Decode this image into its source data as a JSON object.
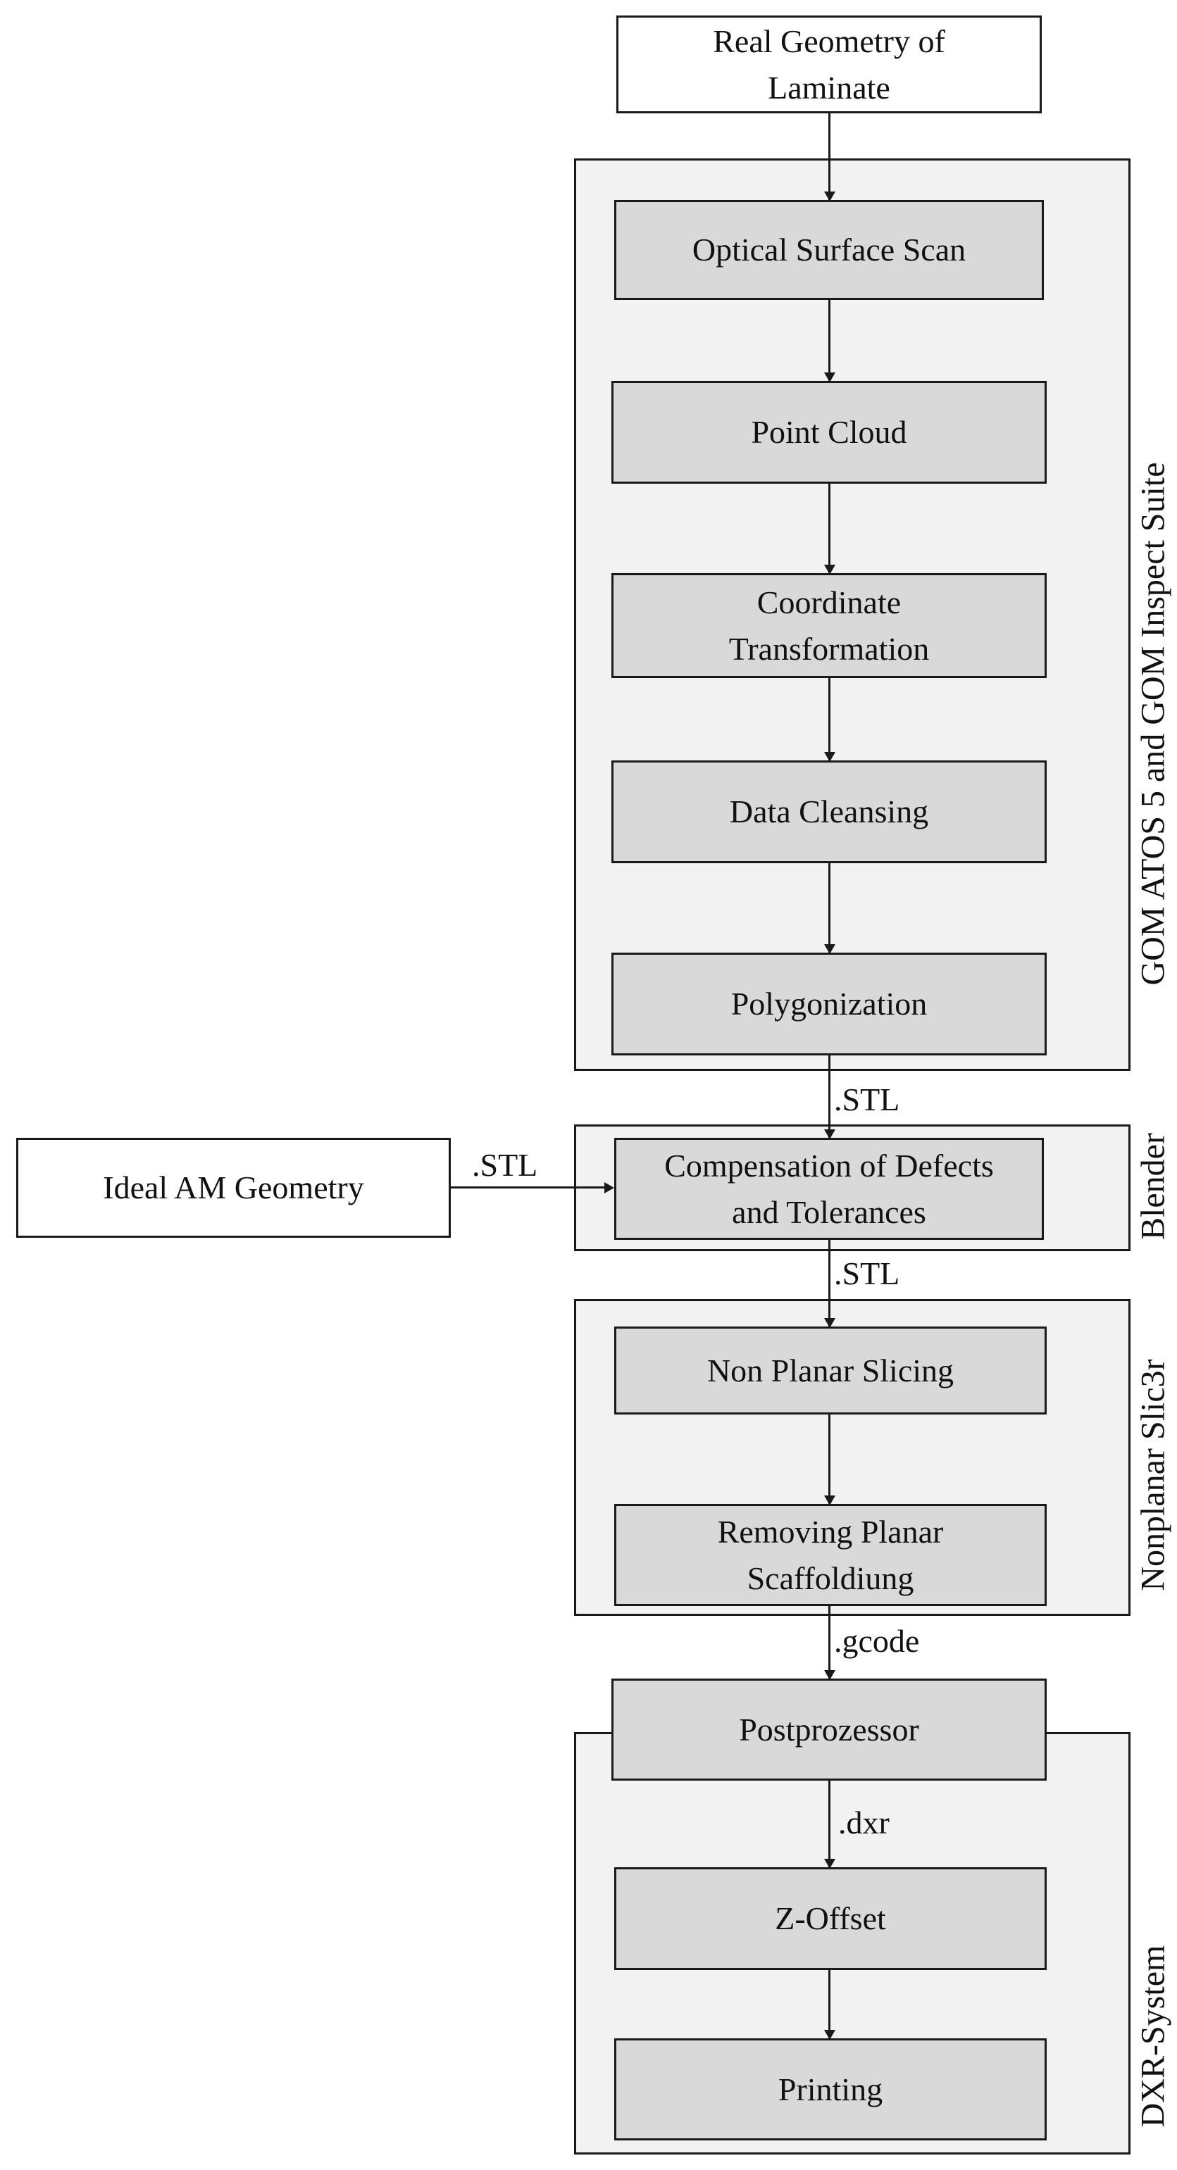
{
  "nodes": {
    "real_geometry": "Real Geometry of\nLaminate",
    "optical_scan": "Optical Surface Scan",
    "point_cloud": "Point Cloud",
    "coord_transform": "Coordinate\nTransformation",
    "data_cleansing": "Data Cleansing",
    "polygonization": "Polygonization",
    "compensation": "Compensation of Defects\nand Tolerances",
    "ideal_am": "Ideal AM Geometry",
    "non_planar_slicing": "Non Planar Slicing",
    "removing_scaffolding": "Removing Planar\nScaffoldiung",
    "postprozessor": "Postprozessor",
    "z_offset": "Z-Offset",
    "printing": "Printing"
  },
  "edges": {
    "stl_1": ".STL",
    "stl_2": ".STL",
    "stl_3": ".STL",
    "gcode": ".gcode",
    "dxr": ".dxr"
  },
  "groups": {
    "gom": "GOM ATOS 5 and GOM Inspect Suite",
    "blender": "Blender",
    "slic3r": "Nonplanar Slic3r",
    "dxr_system": "DXR-System"
  }
}
